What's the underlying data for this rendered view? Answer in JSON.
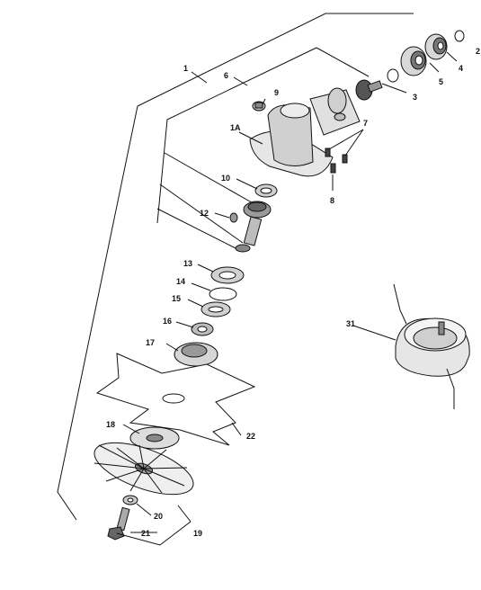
{
  "diagram": {
    "labels": {
      "l1": "1",
      "l1A": "1A",
      "l3": "3",
      "l4": "4",
      "l5": "5",
      "l6": "6",
      "l7": "7",
      "l8": "8",
      "l9": "9",
      "l10": "10",
      "l12": "12",
      "l13": "13",
      "l14": "14",
      "l15": "15",
      "l16": "16",
      "l17": "17",
      "l18": "18",
      "l19": "19",
      "l20": "20",
      "l21": "21",
      "l22": "22",
      "l31": "31",
      "l2": "2"
    }
  }
}
